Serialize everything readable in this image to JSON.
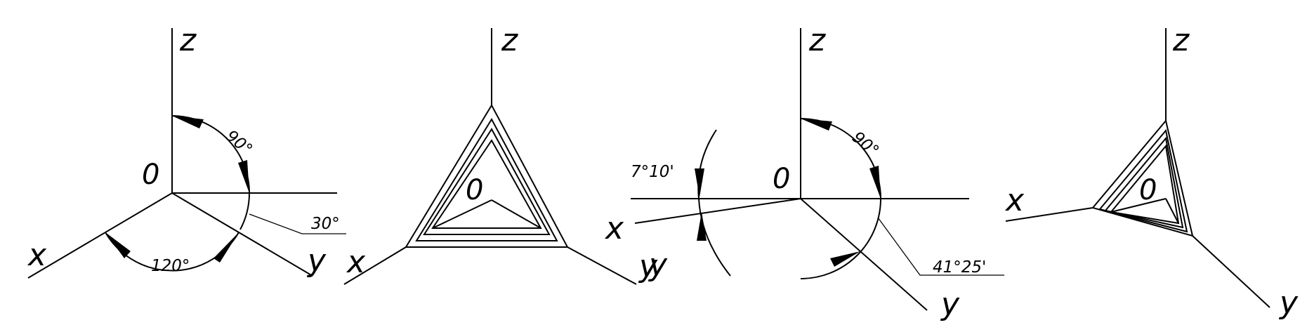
{
  "figures": [
    {
      "name": "isometric-axes-with-angles",
      "axes": {
        "z": "z",
        "x": "x",
        "y": "y",
        "origin": "0"
      },
      "angles": {
        "between_z_and_right": "90°",
        "below_horizontal": "30°",
        "between_x_and_y": "120°"
      }
    },
    {
      "name": "isometric-triangle-axes",
      "axes": {
        "z": "z",
        "x": "x",
        "y": "y",
        "origin": "0"
      }
    },
    {
      "name": "dimetric-axes-with-angles",
      "axes": {
        "z": "z",
        "x": "x",
        "y": "y",
        "origin": "0"
      },
      "angles": {
        "x_below_horizontal": "7°10'",
        "between_z_and_right": "90°",
        "y_below_horizontal": "41°25'"
      }
    },
    {
      "name": "dimetric-triangle-axes",
      "axes": {
        "z": "z",
        "x": "x",
        "y": "y",
        "origin": "0"
      }
    }
  ]
}
